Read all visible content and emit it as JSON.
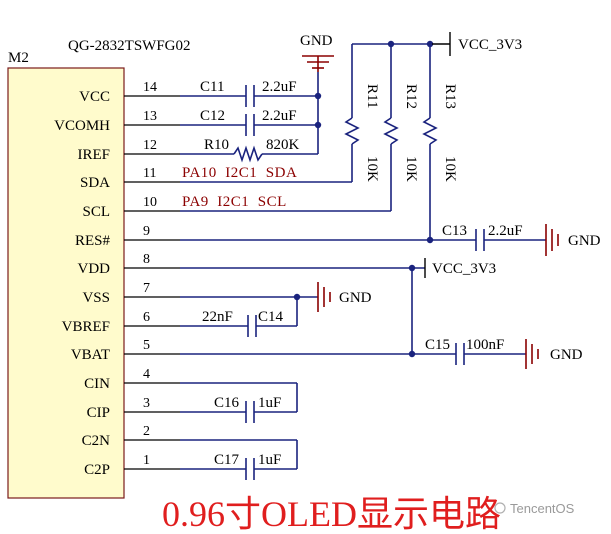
{
  "component": {
    "designator": "M2",
    "part": "QG-2832TSWFG02",
    "pins": [
      {
        "name": "VCC",
        "num": "14"
      },
      {
        "name": "VCOMH",
        "num": "13"
      },
      {
        "name": "IREF",
        "num": "12"
      },
      {
        "name": "SDA",
        "num": "11"
      },
      {
        "name": "SCL",
        "num": "10"
      },
      {
        "name": "RES#",
        "num": "9"
      },
      {
        "name": "VDD",
        "num": "8"
      },
      {
        "name": "VSS",
        "num": "7"
      },
      {
        "name": "VBREF",
        "num": "6"
      },
      {
        "name": "VBAT",
        "num": "5"
      },
      {
        "name": "CIN",
        "num": "4"
      },
      {
        "name": "CIP",
        "num": "3"
      },
      {
        "name": "C2N",
        "num": "2"
      },
      {
        "name": "C2P",
        "num": "1"
      }
    ]
  },
  "parts": {
    "c11": {
      "ref": "C11",
      "val": "2.2uF"
    },
    "c12": {
      "ref": "C12",
      "val": "2.2uF"
    },
    "r10": {
      "ref": "R10",
      "val": "820K"
    },
    "r11": {
      "ref": "R11",
      "val": "10K"
    },
    "r12": {
      "ref": "R12",
      "val": "10K"
    },
    "r13": {
      "ref": "R13",
      "val": "10K"
    },
    "c13": {
      "ref": "C13",
      "val": "2.2uF"
    },
    "c14": {
      "ref": "C14",
      "val": "22nF"
    },
    "c15": {
      "ref": "C15",
      "val": "100nF"
    },
    "c16": {
      "ref": "C16",
      "val": "1uF"
    },
    "c17": {
      "ref": "C17",
      "val": "1uF"
    }
  },
  "nets": {
    "gnd_top": "GND",
    "vcc_top": "VCC_3V3",
    "sda": "PA10  I2C1  SDA",
    "scl": "PA9  I2C1  SCL",
    "gnd_res": "GND",
    "vcc_vdd": "VCC_3V3",
    "gnd_vss": "GND",
    "gnd_vbat": "GND"
  },
  "caption": "0.96寸OLED显示电路",
  "watermark": "TencentOS",
  "colors": {
    "wire": "#1a237e",
    "ground": "#8b0000",
    "title": "#e01e1e"
  }
}
